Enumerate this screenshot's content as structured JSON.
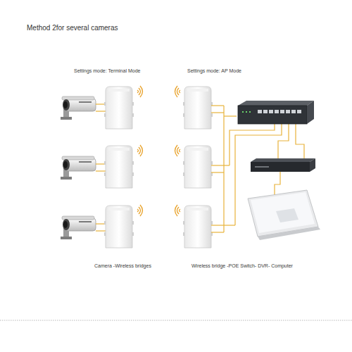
{
  "diagram": {
    "title": "Method 2for several cameras",
    "labels": [
      "Settings mode: Terminal Mode",
      "Settings mode: AP Mode",
      "Camera -Wireless bridges",
      "Wireless bridge -POE Switch- DVR- Computer"
    ]
  }
}
